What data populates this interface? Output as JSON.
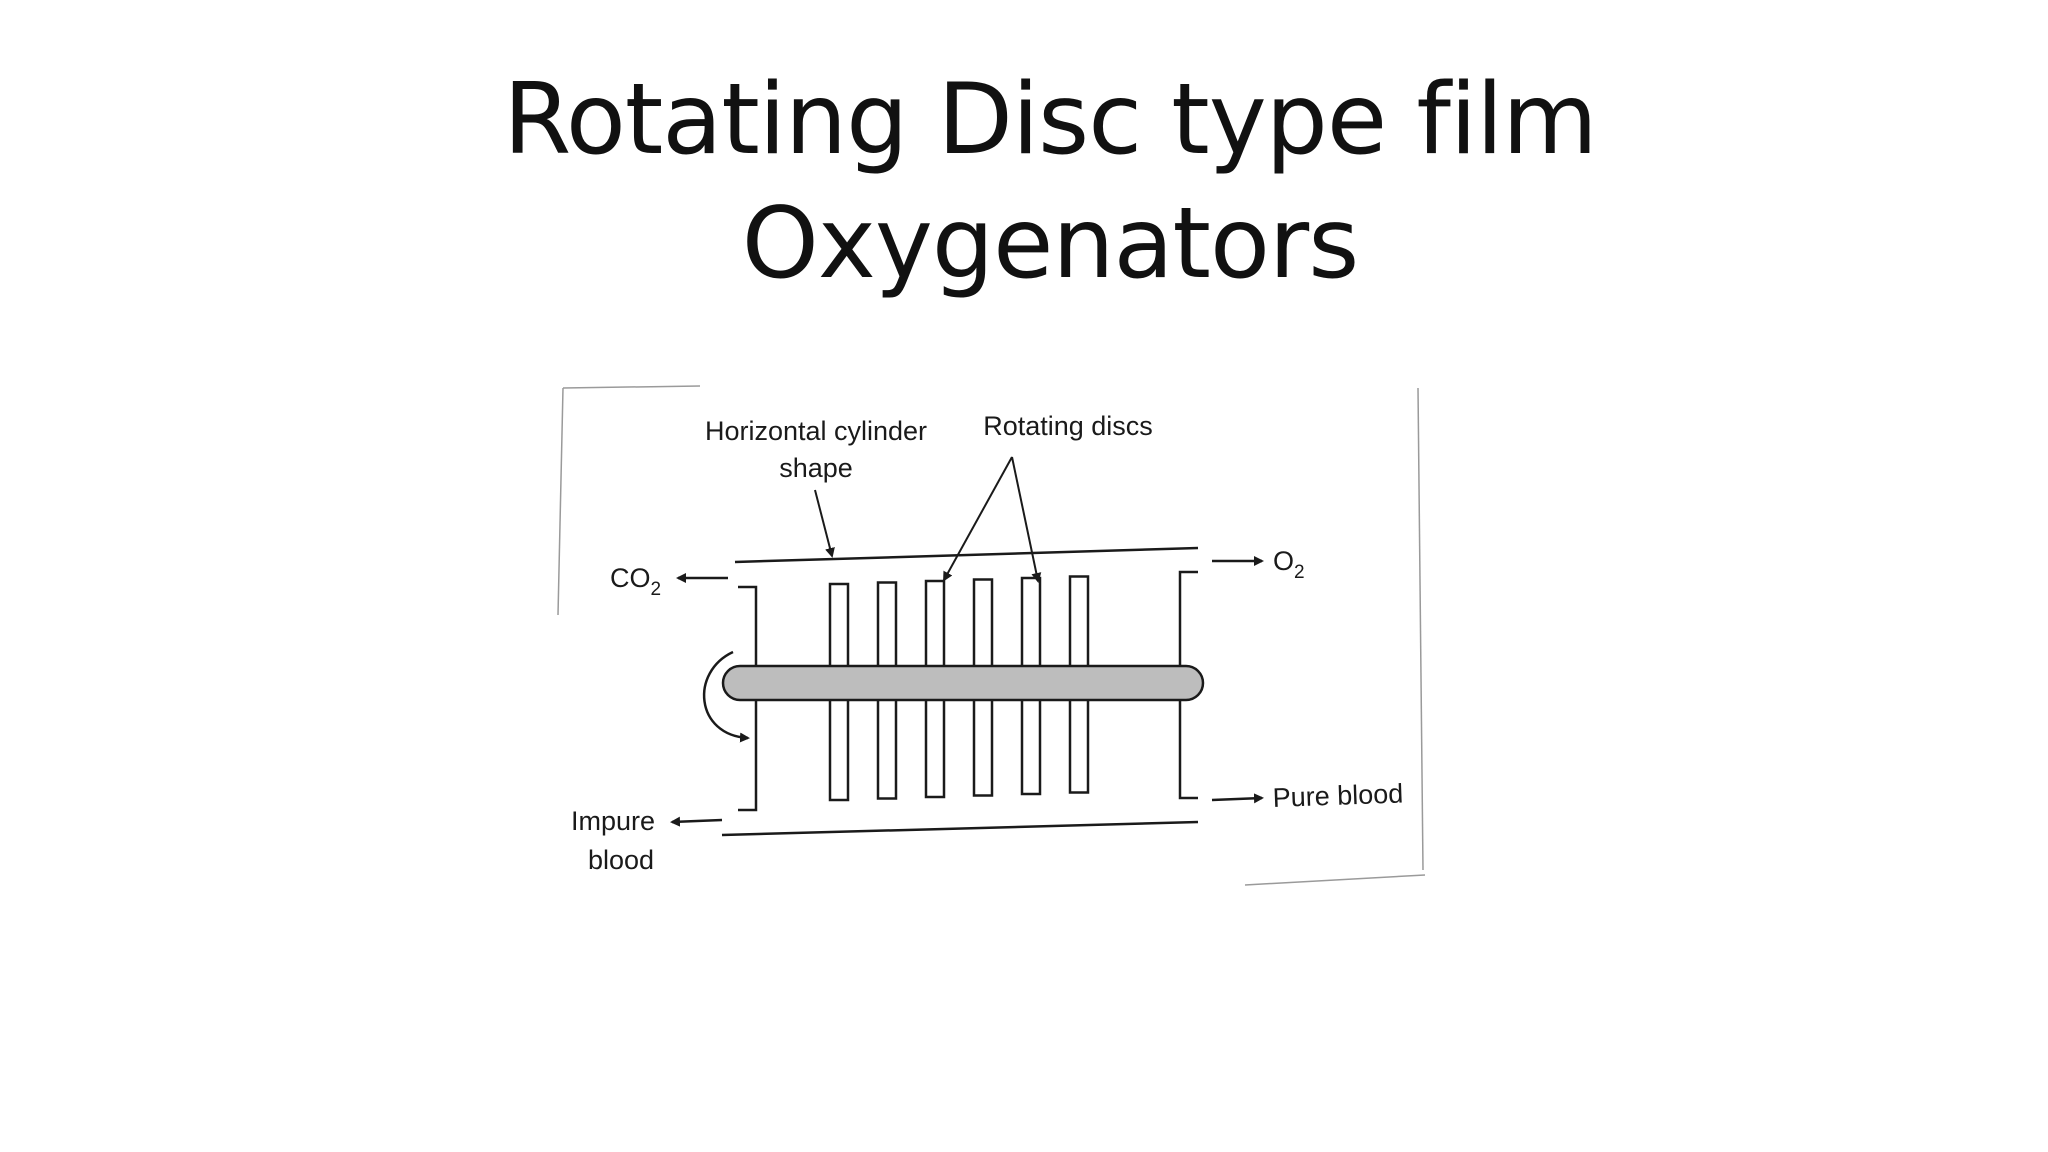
{
  "slide": {
    "title_line1": "Rotating Disc type film",
    "title_line2": "Oxygenators"
  },
  "diagram": {
    "labels": {
      "cylinder_line1": "Horizontal cylinder",
      "cylinder_line2": "shape",
      "discs": "Rotating discs",
      "co2_base": "CO",
      "co2_sub": "2",
      "o2_base": "O",
      "o2_sub": "2",
      "impure_line1": "Impure",
      "impure_line2": "blood",
      "pure": "Pure blood"
    },
    "disc_count": 6,
    "colors": {
      "ink": "#1a1a1a",
      "shaft": "#bdbdbd",
      "background": "#ffffff"
    }
  }
}
